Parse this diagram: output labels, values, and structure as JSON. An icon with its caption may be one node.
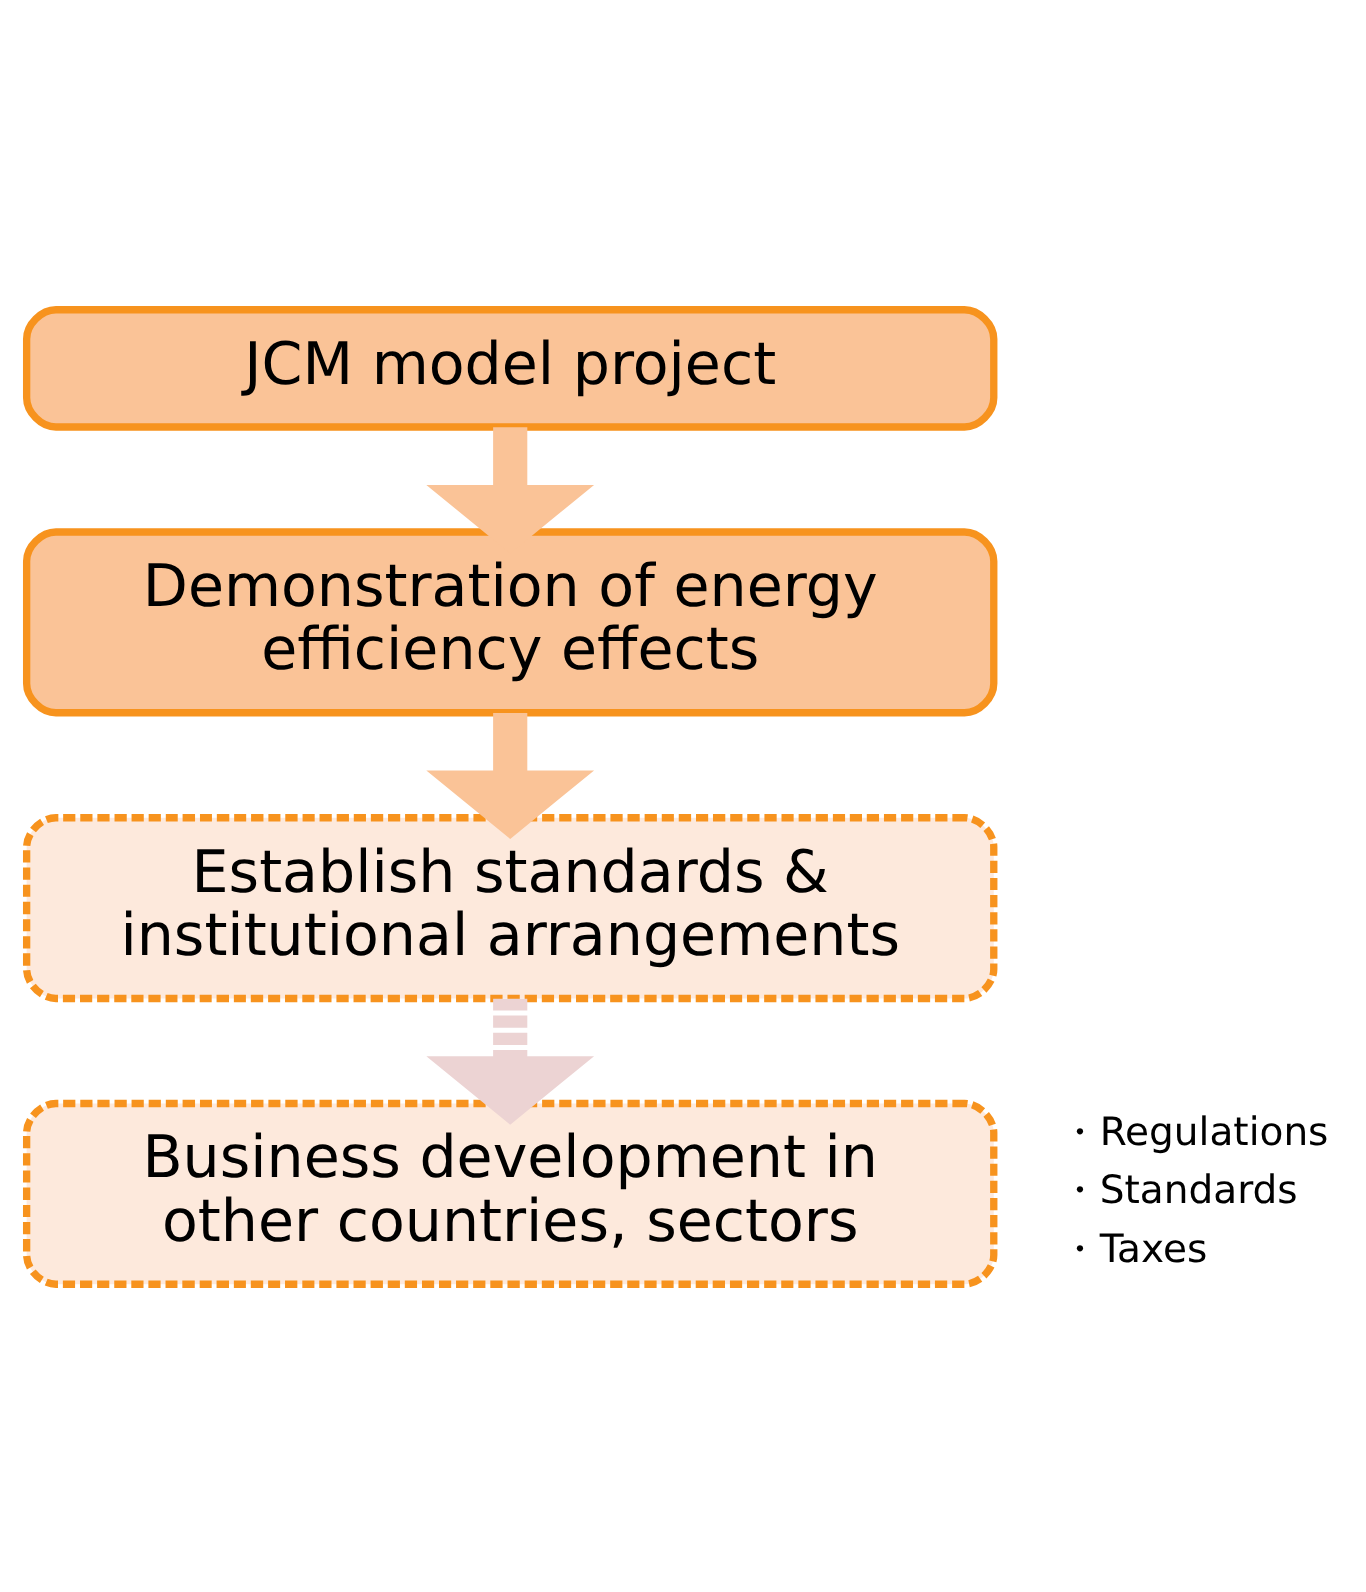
{
  "diagram": {
    "nodes": [
      {
        "text": [
          "JCM model project"
        ]
      },
      {
        "text": [
          "Demonstration of energy efficiency effects"
        ]
      },
      {
        "text": [
          "Establish standards & institutional arrangements"
        ]
      },
      {
        "text": [
          "Business development in other countries, sectors"
        ]
      }
    ],
    "edges": [
      {
        "from": 0,
        "to": 1,
        "arrow": "to"
      },
      {
        "from": 1,
        "to": 2,
        "arrow": "to"
      },
      {
        "from": 2,
        "to": 3,
        "arrow": "to",
        "style": "dashed",
        "color": "#ecd3d3"
      }
    ],
    "labels": [
      "・Regulations",
      "・Standards",
      "・Taxes"
    ]
  }
}
